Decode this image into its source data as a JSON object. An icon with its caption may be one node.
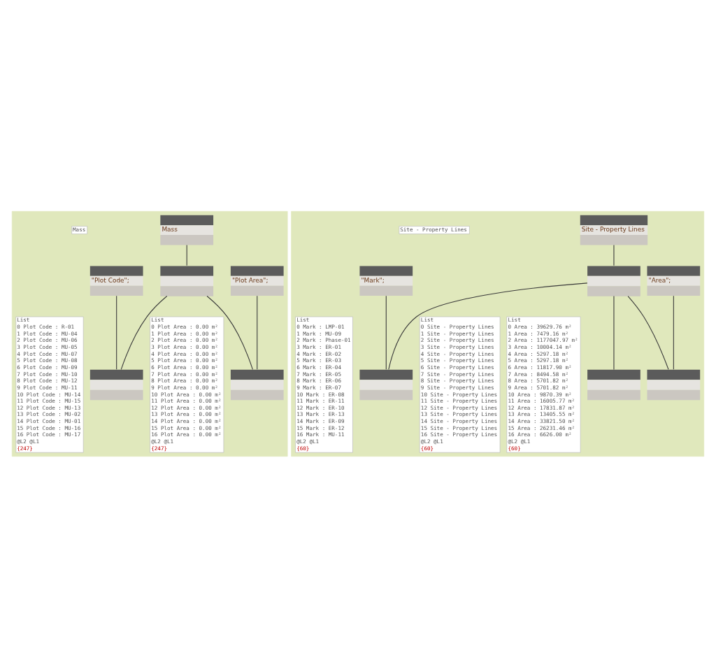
{
  "diagram": {
    "nodes": [
      {
        "text": [],
        "shape": "box"
      },
      {
        "text": [
          "Mass"
        ],
        "in": 0
      },
      {
        "text": [
          "Mass"
        ],
        "in": 0
      },
      {
        "text": [],
        "shape": "box",
        "in": 0
      },
      {
        "text": [
          "\"Plot Area\";"
        ],
        "in": 0
      },
      {
        "text": [],
        "shape": "box",
        "in": 0
      },
      {
        "text": [
          "List",
          "0 Plot Area : 0.00 m²",
          "1 Plot Area : 0.00 m²",
          "2 Plot Area : 0.00 m²",
          "3 Plot Area : 0.00 m²",
          "4 Plot Area : 0.00 m²",
          "5 Plot Area : 0.00 m²",
          "6 Plot Area : 0.00 m²",
          "7 Plot Area : 0.00 m²",
          "8 Plot Area : 0.00 m²",
          "9 Plot Area : 0.00 m²",
          "10 Plot Area : 0.00 m²",
          "11 Plot Area : 0.00 m²",
          "12 Plot Area : 0.00 m²",
          "13 Plot Area : 0.00 m²",
          "14 Plot Area : 0.00 m²",
          "15 Plot Area : 0.00 m²",
          "16 Plot Area : 0.00 m²",
          "@L2 @L1",
          "{247}"
        ],
        "in": 0
      },
      {
        "text": [
          "\"Plot Code\";"
        ],
        "in": 0
      },
      {
        "text": [],
        "shape": "box",
        "in": 0
      },
      {
        "text": [
          "List",
          "0 Plot Code : R-01",
          "1 Plot Code : MU-04",
          "2 Plot Code : MU-06",
          "3 Plot Code : MU-05",
          "4 Plot Code : MU-07",
          "5 Plot Code : MU-08",
          "6 Plot Code : MU-09",
          "7 Plot Code : MU-10",
          "8 Plot Code : MU-12",
          "9 Plot Code : MU-11",
          "10 Plot Code : MU-14",
          "11 Plot Code : MU-15",
          "12 Plot Code : MU-13",
          "13 Plot Code : MU-02",
          "14 Plot Code : MU-01",
          "15 Plot Code : MU-16",
          "16 Plot Code : MU-17",
          "@L2 @L1",
          "{247}"
        ],
        "in": 0
      },
      {
        "text": [],
        "shape": "box"
      },
      {
        "text": [
          "Site - Property Lines"
        ],
        "in": 10
      },
      {
        "text": [
          "Site - Property Lines"
        ],
        "in": 10
      },
      {
        "text": [],
        "shape": "box",
        "in": 10
      },
      {
        "text": [
          "\"Area\";"
        ],
        "in": 10
      },
      {
        "text": [],
        "shape": "box",
        "in": 10
      },
      {
        "text": [
          "List",
          "0 Area : 39629.76 m²",
          "1 Area : 7479.16 m²",
          "2 Area : 1177047.97 m²",
          "3 Area : 10004.14 m²",
          "4 Area : 5297.18 m²",
          "5 Area : 5297.18 m²",
          "6 Area : 11817.90 m²",
          "7 Area : 8494.58 m²",
          "8 Area : 5701.82 m²",
          "9 Area : 5701.82 m²",
          "10 Area : 9870.39 m²",
          "11 Area : 16005.77 m²",
          "12 Area : 17831.87 m²",
          "13 Area : 13405.55 m²",
          "14 Area : 33821.50 m²",
          "15 Area : 26231.46 m²",
          "16 Area : 6626.00 m²",
          "@L2 @L1",
          "{60}"
        ],
        "in": 10
      },
      {
        "text": [],
        "shape": "box",
        "in": 10
      },
      {
        "text": [
          "List",
          "0 Site - Property Lines",
          "1 Site - Property Lines",
          "2 Site - Property Lines",
          "3 Site - Property Lines",
          "4 Site - Property Lines",
          "5 Site - Property Lines",
          "6 Site - Property Lines",
          "7 Site - Property Lines",
          "8 Site - Property Lines",
          "9 Site - Property Lines",
          "10 Site - Property Lines",
          "11 Site - Property Lines",
          "12 Site - Property Lines",
          "13 Site - Property Lines",
          "14 Site - Property Lines",
          "15 Site - Property Lines",
          "16 Site - Property Lines",
          "@L2 @L1",
          "{60}"
        ],
        "in": 10
      },
      {
        "text": [
          "\"Mark\";"
        ],
        "in": 10
      },
      {
        "text": [],
        "shape": "box",
        "in": 10
      },
      {
        "text": [
          "List",
          "0 Mark : LMP-01",
          "1 Mark : MU-09",
          "2 Mark : Phase-01",
          "3 Mark : ER-01",
          "4 Mark : ER-02",
          "5 Mark : ER-03",
          "6 Mark : ER-04",
          "7 Mark : ER-05",
          "8 Mark : ER-06",
          "9 Mark : ER-07",
          "10 Mark : ER-08",
          "11 Mark : ER-11",
          "12 Mark : ER-10",
          "13 Mark : ER-13",
          "14 Mark : ER-09",
          "15 Mark : ER-12",
          "16 Mark : MU-11",
          "@L2 @L1",
          "{60}"
        ],
        "in": 10
      }
    ],
    "edges": [
      {
        "from": 1,
        "to": 3,
        "arrow": "none"
      },
      {
        "from": 3,
        "to": 5,
        "arrow": "none"
      },
      {
        "from": 4,
        "to": 5,
        "arrow": "none"
      },
      {
        "from": 3,
        "to": 8,
        "arrow": "none"
      },
      {
        "from": 7,
        "to": 8,
        "arrow": "none"
      },
      {
        "from": 11,
        "to": 13,
        "arrow": "none"
      },
      {
        "from": 13,
        "to": 15,
        "arrow": "none"
      },
      {
        "from": 14,
        "to": 15,
        "arrow": "none"
      },
      {
        "from": 13,
        "to": 17,
        "arrow": "none"
      },
      {
        "from": 13,
        "to": 20,
        "arrow": "none"
      },
      {
        "from": 19,
        "to": 20,
        "arrow": "none"
      }
    ]
  }
}
